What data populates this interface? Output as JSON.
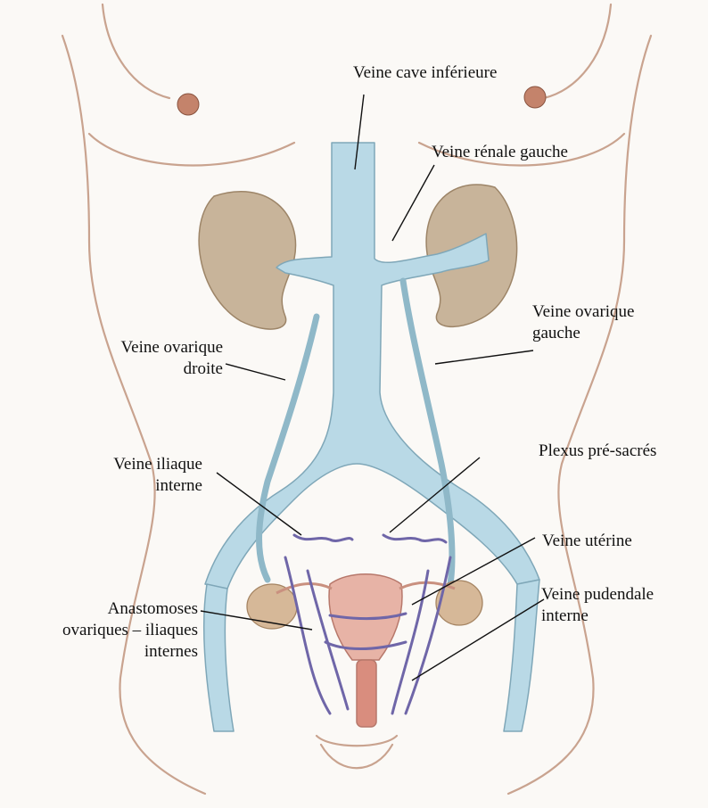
{
  "figure": {
    "labels": {
      "ivc": "Veine cave inférieure",
      "left_renal": "Veine rénale gauche",
      "left_ovarian_1": "Veine ovarique",
      "left_ovarian_2": "gauche",
      "right_ovarian_1": "Veine ovarique",
      "right_ovarian_2": "droite",
      "presacral": "Plexus pré-sacrés",
      "internal_iliac_1": "Veine iliaque",
      "internal_iliac_2": "interne",
      "uterine": "Veine utérine",
      "pudendal_1": "Veine pudendale",
      "pudendal_2": "interne",
      "anastomoses_1": "Anastomoses",
      "anastomoses_2": "ovariques  – iliaques",
      "anastomoses_3": "internes"
    },
    "colors": {
      "paper": "#fbf9f6",
      "skin_outline": "#c9a38f",
      "kidney": "#c8b49a",
      "vein": "#b9d9e6",
      "vein_outline": "#7fa7b8",
      "plexus": "#6f66a8",
      "uterus": "#e7b3a6",
      "ovary": "#d6b898",
      "leader_line": "#111111"
    }
  }
}
